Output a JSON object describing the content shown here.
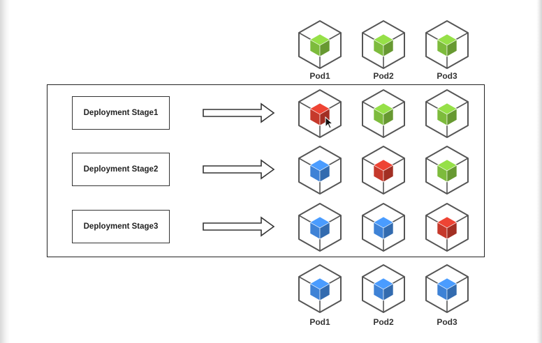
{
  "stages": [
    {
      "label": "Deployment Stage1"
    },
    {
      "label": "Deployment Stage2"
    },
    {
      "label": "Deployment Stage3"
    }
  ],
  "pods": {
    "top_labels": [
      "Pod1",
      "Pod2",
      "Pod3"
    ],
    "bottom_labels": [
      "Pod1",
      "Pod2",
      "Pod3"
    ]
  },
  "cube_states": {
    "initial": [
      "green",
      "green",
      "green"
    ],
    "stage1": [
      "red",
      "green",
      "green"
    ],
    "stage2": [
      "blue",
      "red",
      "green"
    ],
    "stage3": [
      "blue",
      "blue",
      "red"
    ],
    "final": [
      "blue",
      "blue",
      "blue"
    ]
  },
  "colors": {
    "green": "#7dbb3c",
    "red": "#c6392b",
    "blue": "#3e82d6",
    "hex_outline": "#555555"
  },
  "icons": {
    "pod": "hexagon-cube-icon",
    "arrow": "right-arrow-icon",
    "cursor": "mouse-pointer-icon"
  }
}
